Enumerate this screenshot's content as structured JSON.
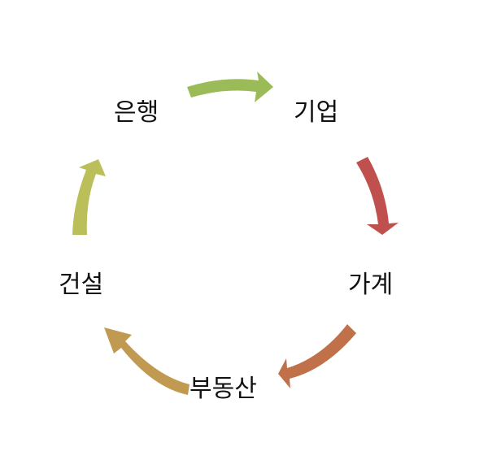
{
  "cycle": {
    "nodes": [
      {
        "id": "bank",
        "label": "은행"
      },
      {
        "id": "company",
        "label": "기업"
      },
      {
        "id": "household",
        "label": "가계"
      },
      {
        "id": "real_estate",
        "label": "부동산"
      },
      {
        "id": "construction",
        "label": "건설"
      }
    ],
    "arrows": [
      {
        "from": "bank",
        "to": "company",
        "color": "#9BBB59"
      },
      {
        "from": "company",
        "to": "household",
        "color": "#C0504D"
      },
      {
        "from": "household",
        "to": "real_estate",
        "color": "#C0714A"
      },
      {
        "from": "real_estate",
        "to": "construction",
        "color": "#C09A50"
      },
      {
        "from": "construction",
        "to": "bank",
        "color": "#BBBF5A"
      }
    ]
  }
}
